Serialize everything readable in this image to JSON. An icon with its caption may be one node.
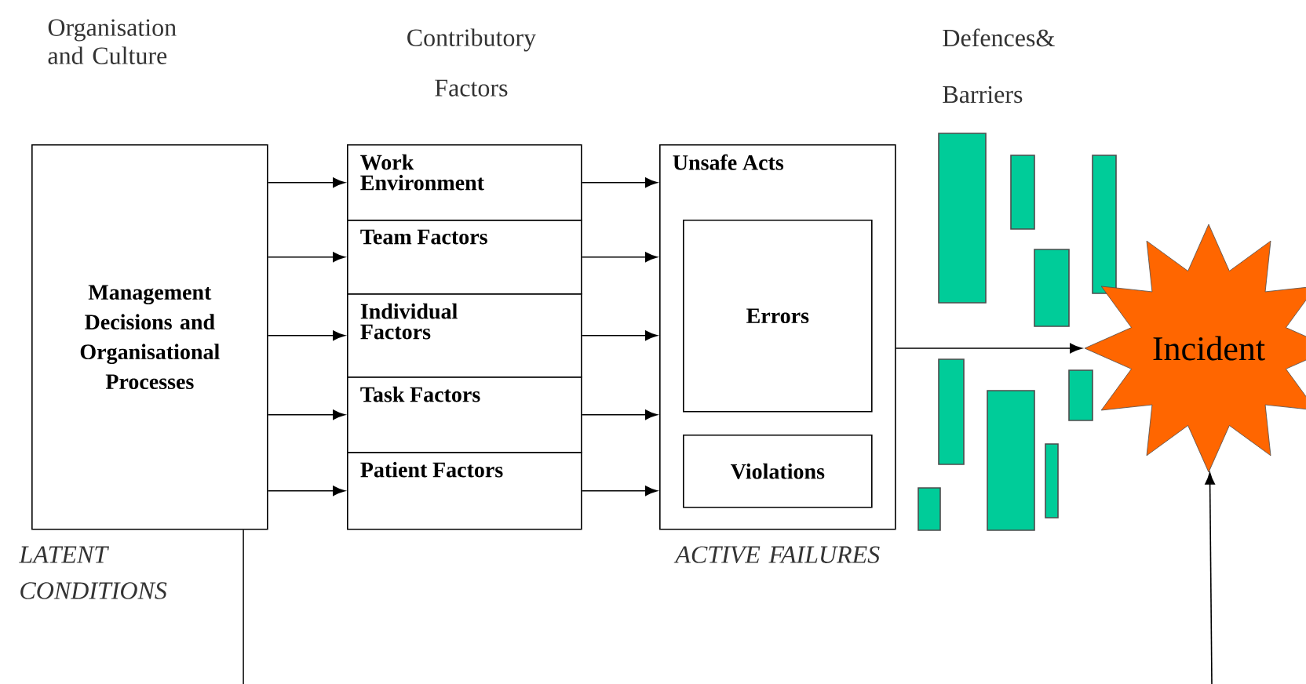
{
  "diagram": {
    "nodes": [
      {
        "text": [
          "Management Decisions and Organisational Processes"
        ]
      },
      {
        "text": [
          "Work Environment"
        ]
      },
      {
        "text": [
          "Team Factors"
        ]
      },
      {
        "text": [
          "Individual Factors"
        ]
      },
      {
        "text": [
          "Task Factors"
        ]
      },
      {
        "text": [
          "Patient Factors"
        ]
      },
      {
        "text": [
          "Unsafe Acts"
        ]
      },
      {
        "text": [
          "Errors"
        ],
        "in": 6
      },
      {
        "text": [
          "Violations"
        ],
        "in": 6
      },
      {
        "text": [
          "Incident"
        ]
      }
    ],
    "edges": [
      {
        "from": 0,
        "to": 1,
        "arrow": "to"
      },
      {
        "from": 0,
        "to": 2,
        "arrow": "to"
      },
      {
        "from": 0,
        "to": 3,
        "arrow": "to"
      },
      {
        "from": 0,
        "to": 4,
        "arrow": "to"
      },
      {
        "from": 0,
        "to": 5,
        "arrow": "to"
      },
      {
        "from": 1,
        "to": 6,
        "arrow": "to"
      },
      {
        "from": 2,
        "to": 6,
        "arrow": "to"
      },
      {
        "from": 3,
        "to": 6,
        "arrow": "to"
      },
      {
        "from": 4,
        "to": 6,
        "arrow": "to"
      },
      {
        "from": 5,
        "to": 6,
        "arrow": "to"
      },
      {
        "from": 6,
        "to": 9,
        "arrow": "to"
      },
      {
        "from": null,
        "to": 9,
        "arrow": "to"
      },
      {
        "from": 0,
        "to": null,
        "arrow": "none"
      }
    ],
    "labels": [
      "Organisation and Culture",
      "Contributory Factors",
      "Defences& Barriers",
      "LATENT CONDITIONS",
      "ACTIVE FAILURES"
    ]
  }
}
